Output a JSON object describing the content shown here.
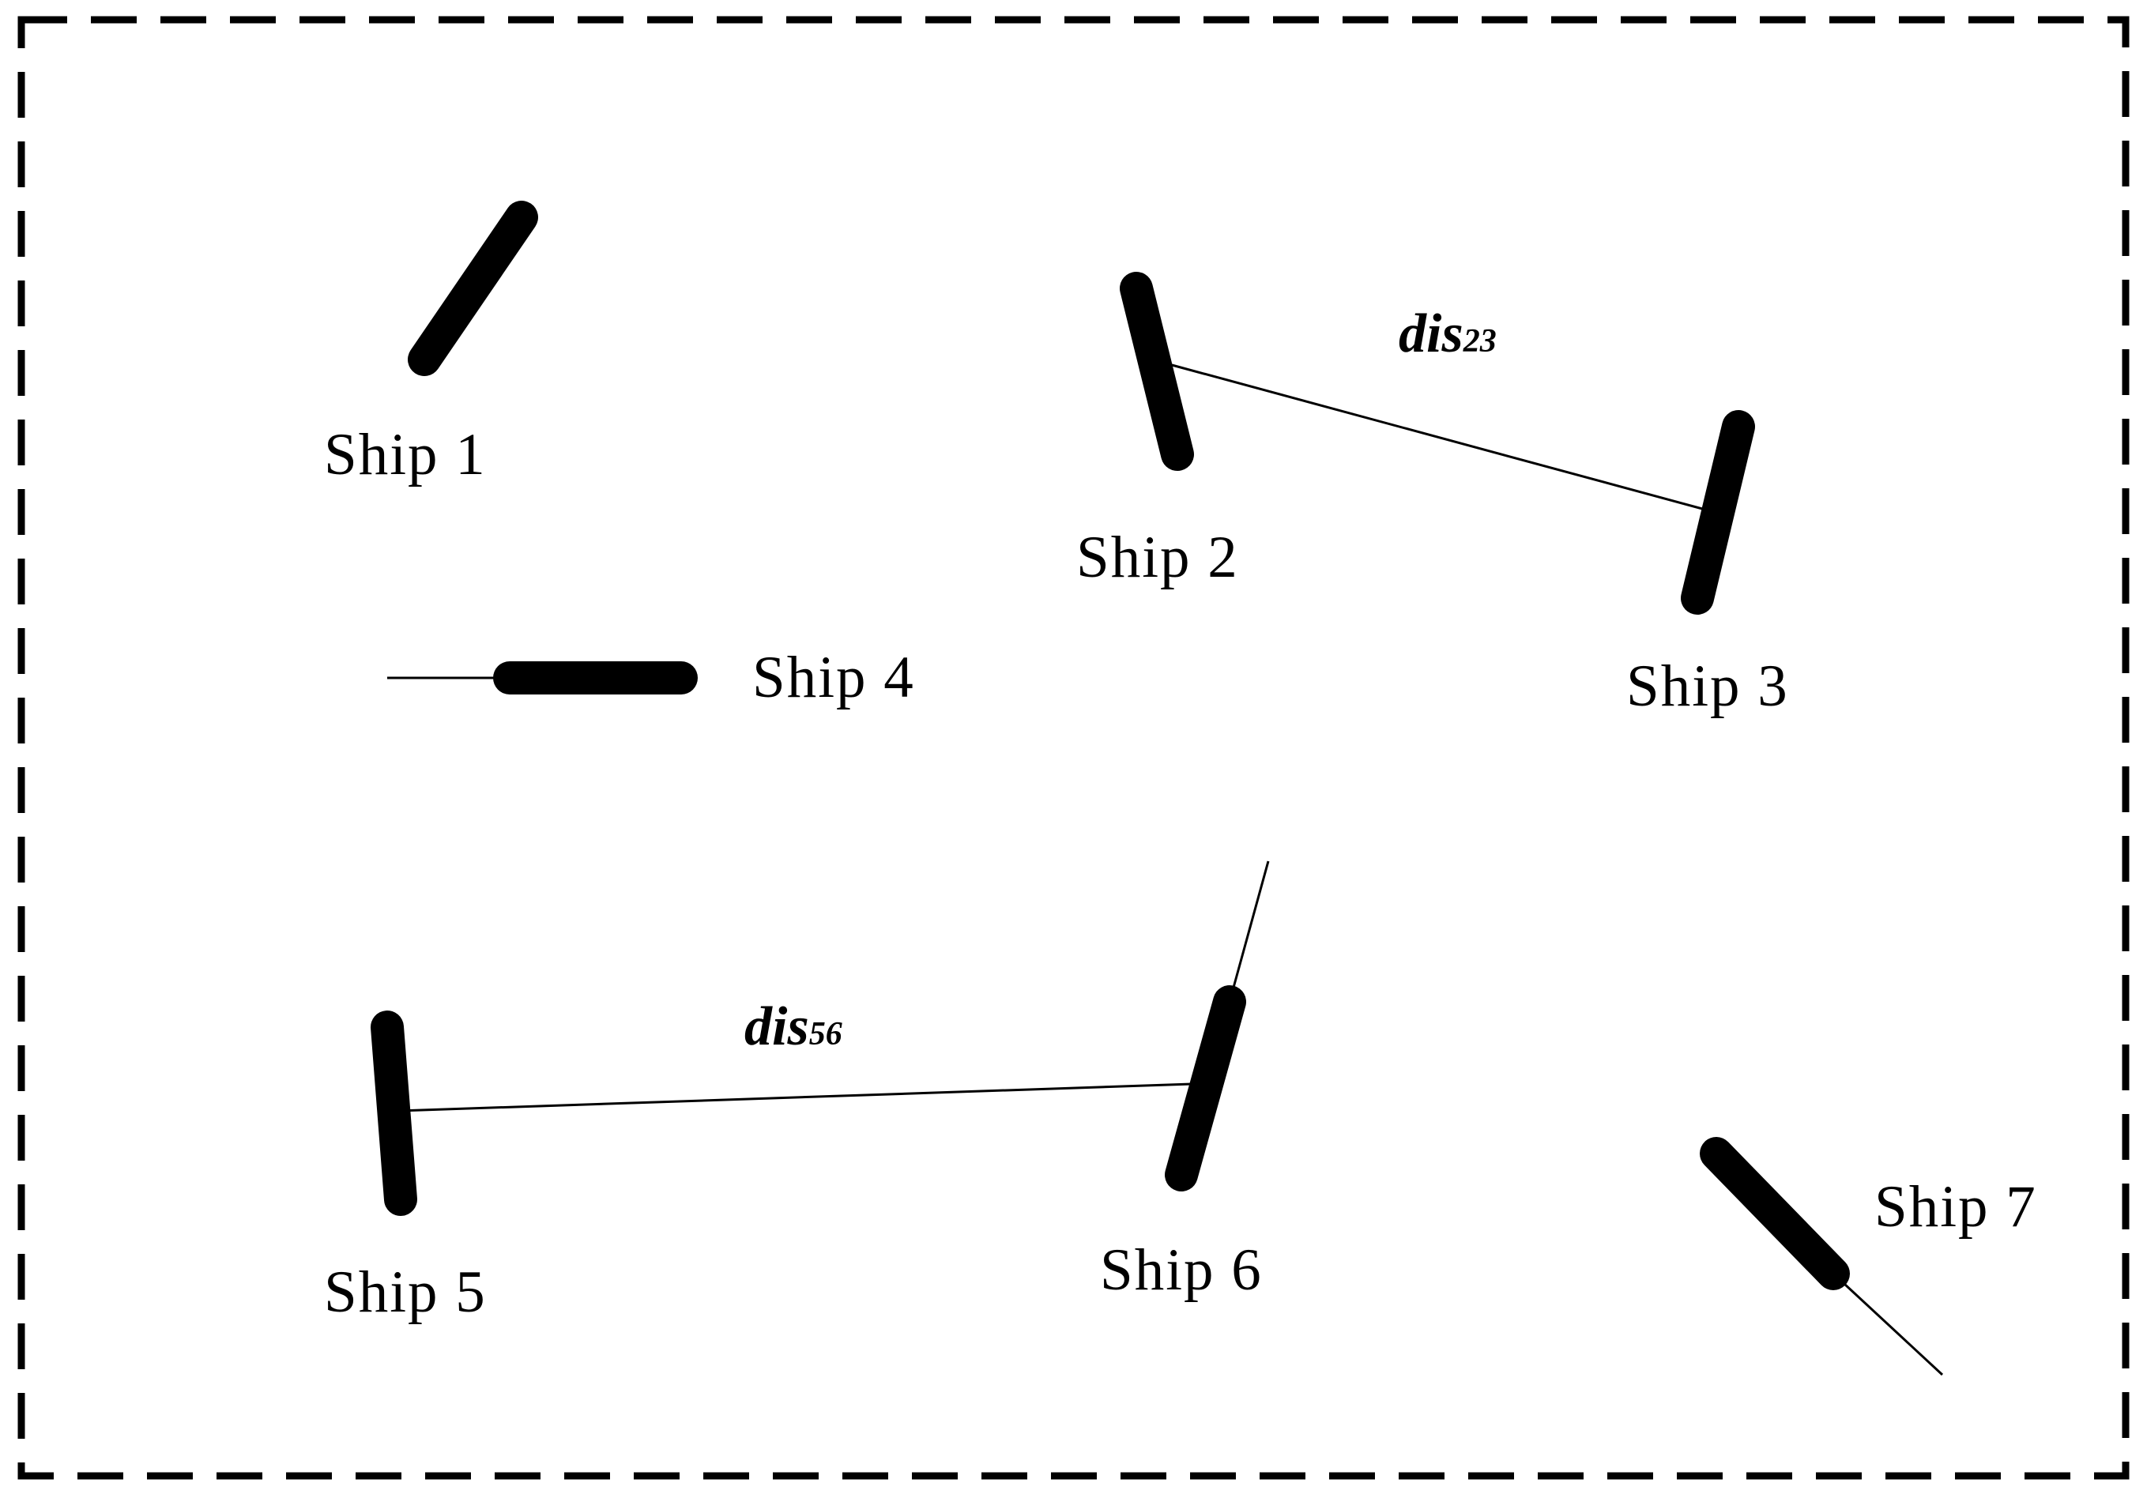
{
  "ships": [
    {
      "id": 1,
      "label": "Ship 1"
    },
    {
      "id": 2,
      "label": "Ship 2"
    },
    {
      "id": 3,
      "label": "Ship 3"
    },
    {
      "id": 4,
      "label": "Ship 4"
    },
    {
      "id": 5,
      "label": "Ship 5"
    },
    {
      "id": 6,
      "label": "Ship 6"
    },
    {
      "id": 7,
      "label": "Ship 7"
    }
  ],
  "distances": [
    {
      "main": "dis",
      "sub": "23"
    },
    {
      "main": "dis",
      "sub": "56"
    }
  ]
}
